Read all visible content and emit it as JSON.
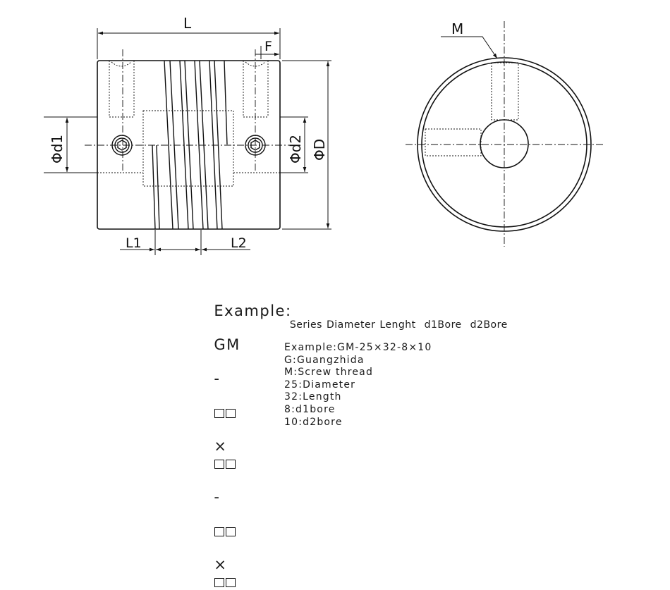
{
  "front_view": {
    "label_L": "L",
    "label_F": "F",
    "label_d1": "Φd1",
    "label_d2": "Φd2",
    "label_D": "ΦD",
    "label_L1": "L1",
    "label_L2": "L2"
  },
  "side_view": {
    "label_M": "M"
  },
  "example": {
    "prefix": "Example:",
    "code": "GM",
    "dash": "-",
    "times": "×",
    "fields": [
      "Series",
      "Diameter",
      "Lenght",
      "d1Bore",
      "d2Bore"
    ]
  },
  "notes": [
    "Example:GM-25×32-8×10",
    "G:Guangzhida",
    "M:Screw thread",
    "25:Diameter",
    "32:Length",
    "8:d1bore",
    "10:d2bore"
  ]
}
